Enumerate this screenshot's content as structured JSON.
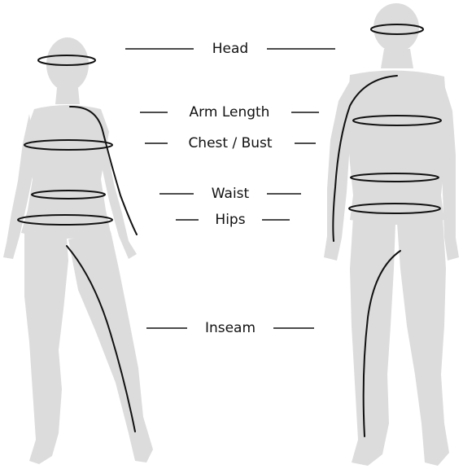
{
  "measurements": {
    "head": "Head",
    "arm_length": "Arm Length",
    "chest_bust": "Chest / Bust",
    "waist": "Waist",
    "hips": "Hips",
    "inseam": "Inseam"
  },
  "colors": {
    "silhouette": "#dcdcdc",
    "guide_line": "#111111",
    "label_text": "#111111",
    "background": "#ffffff"
  }
}
